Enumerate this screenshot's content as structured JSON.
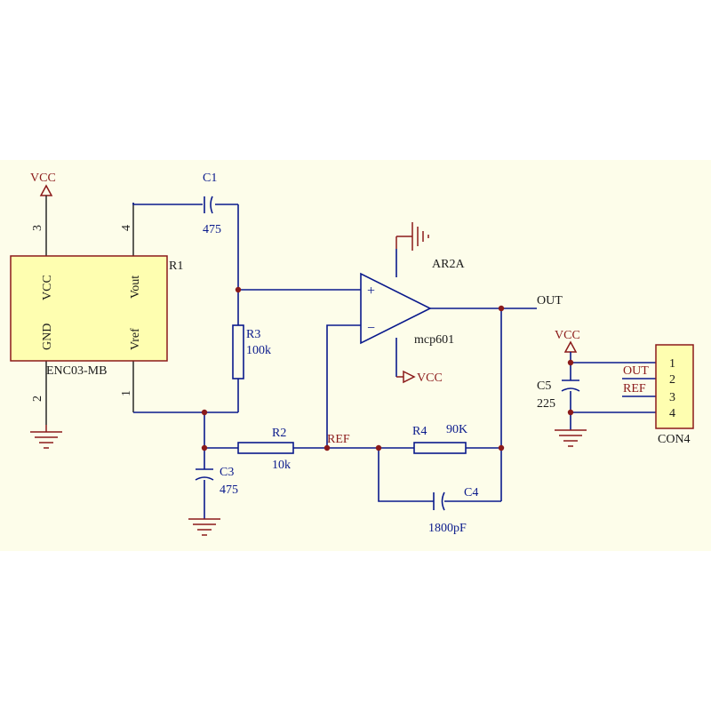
{
  "colors": {
    "background": "#ffffff",
    "sheet": "#fdfdea",
    "wire": "#0a1a8c",
    "power": "#8b1a1a",
    "body_fill": "#fefeb0",
    "body_stroke": "#8b1a1a"
  },
  "power": {
    "vcc_top": "VCC",
    "vcc_opamp": "VCC",
    "vcc_connector": "VCC"
  },
  "sensor": {
    "designator": "R1",
    "part": "ENC03-MB",
    "pin_vcc": "VCC",
    "pin_gnd": "GND",
    "pin_vout": "Vout",
    "pin_vref": "Vref",
    "pin_num_vcc": "3",
    "pin_num_gnd": "2",
    "pin_num_vout": "4",
    "pin_num_vref": "1"
  },
  "components": {
    "c1": {
      "name": "C1",
      "value": "475"
    },
    "r3": {
      "name": "R3",
      "value": "100k"
    },
    "c3": {
      "name": "C3",
      "value": "475"
    },
    "r2": {
      "name": "R2",
      "value": "10k"
    },
    "r4": {
      "name": "R4",
      "value": "90K"
    },
    "c4": {
      "name": "C4",
      "value": "1800pF"
    },
    "c5": {
      "name": "C5",
      "value": "225"
    }
  },
  "opamp": {
    "designator": "AR2A",
    "part": "mcp601",
    "plus": "+",
    "minus": "−"
  },
  "nets": {
    "out": "OUT",
    "ref": "REF"
  },
  "connector": {
    "designator": "CON4",
    "pins": [
      "1",
      "2",
      "3",
      "4"
    ],
    "net_out": "OUT",
    "net_ref": "REF"
  }
}
